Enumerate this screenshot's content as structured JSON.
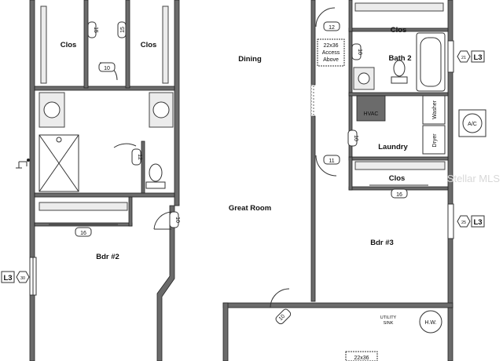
{
  "rooms": {
    "clos_left": "Clos",
    "clos_right_top": "Clos",
    "clos_top_center": "Clos",
    "clos_bdr3": "Clos",
    "dining": "Dining",
    "bath2": "Bath 2",
    "laundry": "Laundry",
    "great_room": "Great Room",
    "bdr2": "Bdr #2",
    "bdr3": "Bdr #3"
  },
  "labels": {
    "access_line1": "22x36",
    "access_line2": "Access",
    "access_line3": "Above",
    "hvac": "HVAC",
    "washer": "Washer",
    "dryer": "Dryer",
    "ac": "A/C",
    "hw": "H.W.",
    "utility_line1": "UTILITY",
    "utility_line2": "SINK",
    "bottom_access": "22x36",
    "watermark": "Stellar MLS"
  },
  "doors": {
    "d1": "15",
    "d2": "15",
    "d3": "10",
    "d4": "12",
    "d5": "16",
    "d6": "10",
    "d7": "12",
    "d8": "10",
    "d9": "10",
    "d10": "11",
    "d11": "16",
    "d12": "10"
  },
  "tags": {
    "l3_left_level": "L3",
    "l3_left_num": "30",
    "l3_bath_level": "L3",
    "l3_bath_num": "21",
    "l3_bdr3_level": "L3",
    "l3_bdr3_num": "25"
  }
}
